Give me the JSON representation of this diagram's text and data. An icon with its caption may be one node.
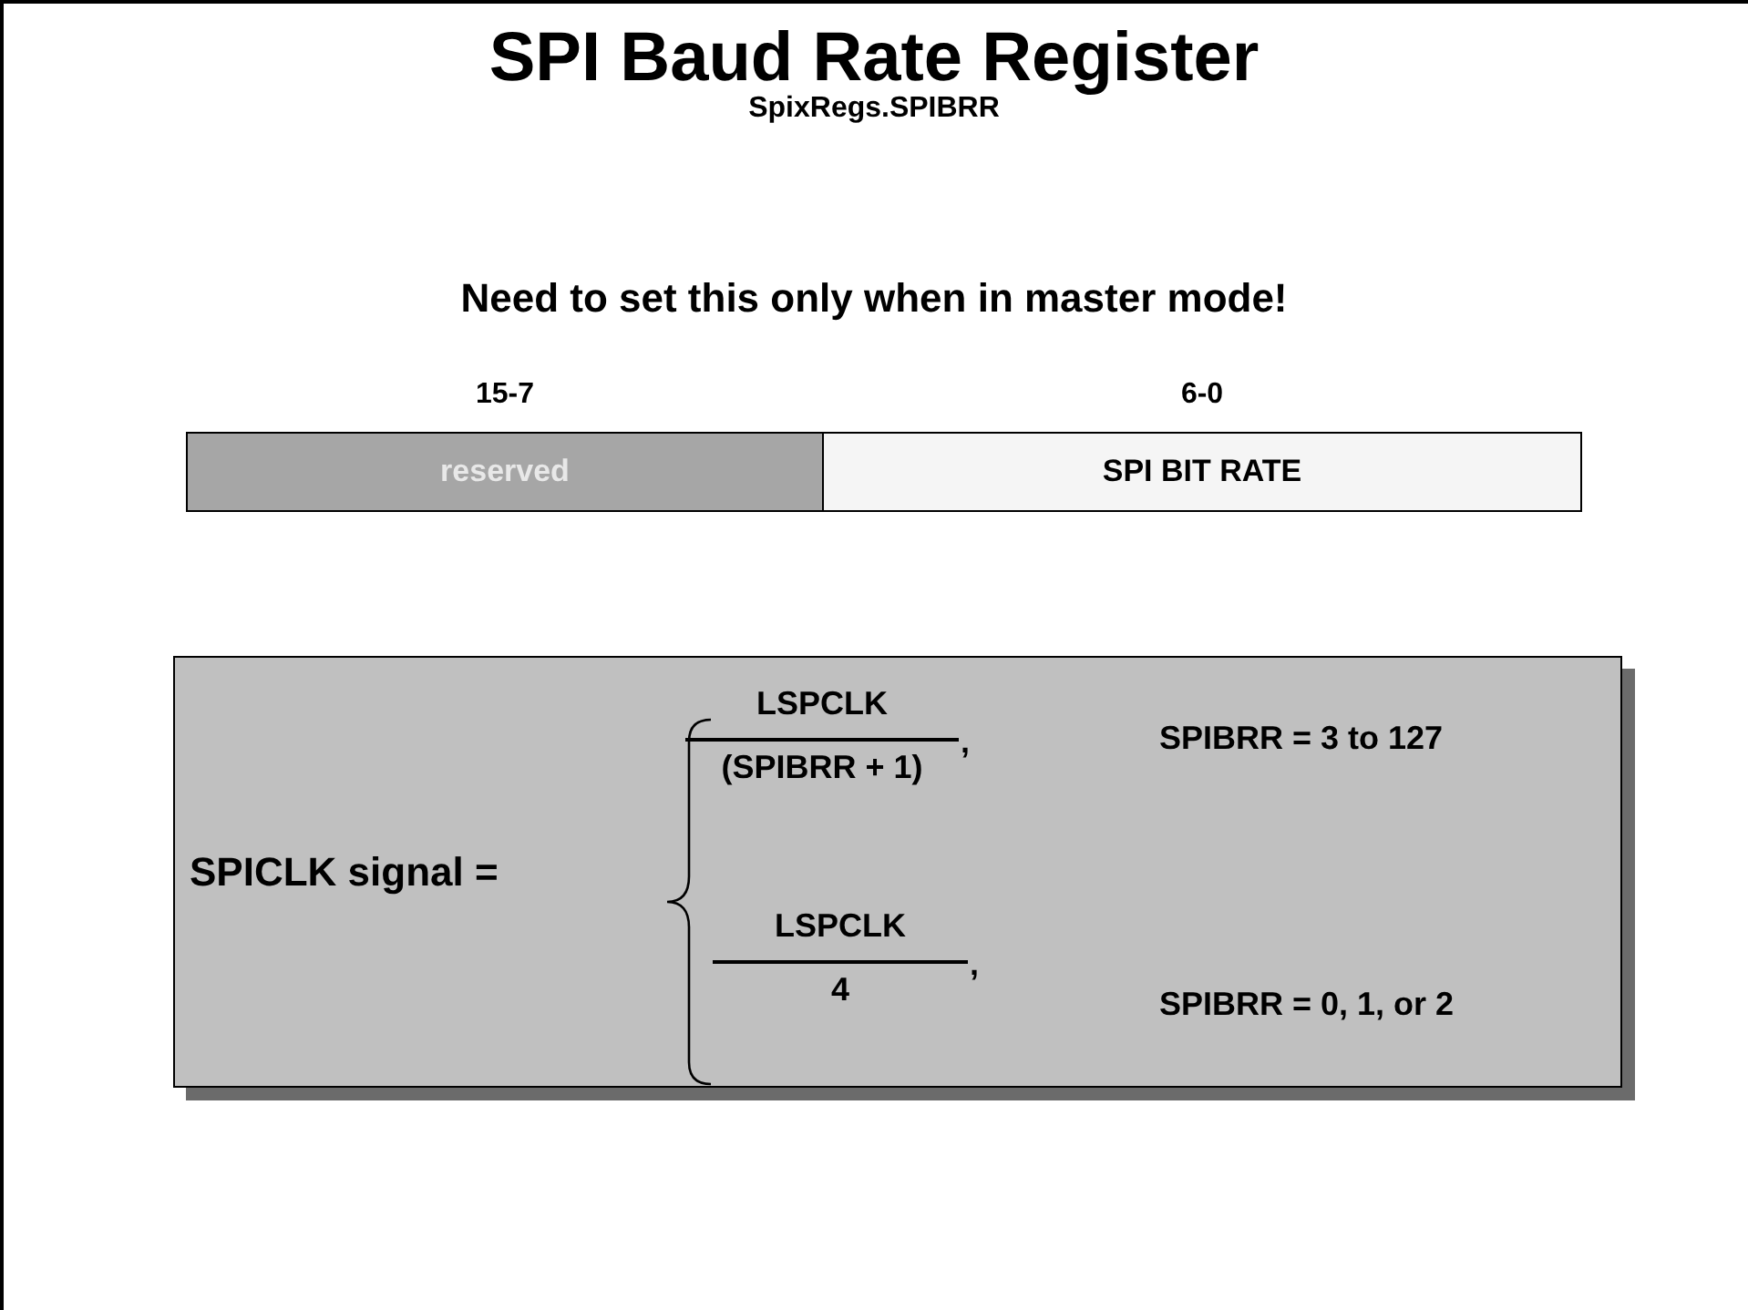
{
  "diagram": {
    "title": "SPI Baud Rate Register",
    "nodes": [
      {
        "text": [
          "reserved"
        ],
        "beside": [
          "15-7"
        ]
      },
      {
        "text": [
          "SPI BIT RATE"
        ],
        "beside": [
          "6-0"
        ]
      },
      {
        "text": [
          "SPICLK signal =",
          "LSPCLK",
          "(SPIBRR + 1)",
          ",",
          "SPIBRR = 3 to 127",
          "LSPCLK",
          "4",
          ",",
          "SPIBRR = 0, 1, or 2"
        ]
      }
    ],
    "labels": [
      "SpixRegs.SPIBRR",
      "Need to set this only when in master mode!"
    ]
  }
}
